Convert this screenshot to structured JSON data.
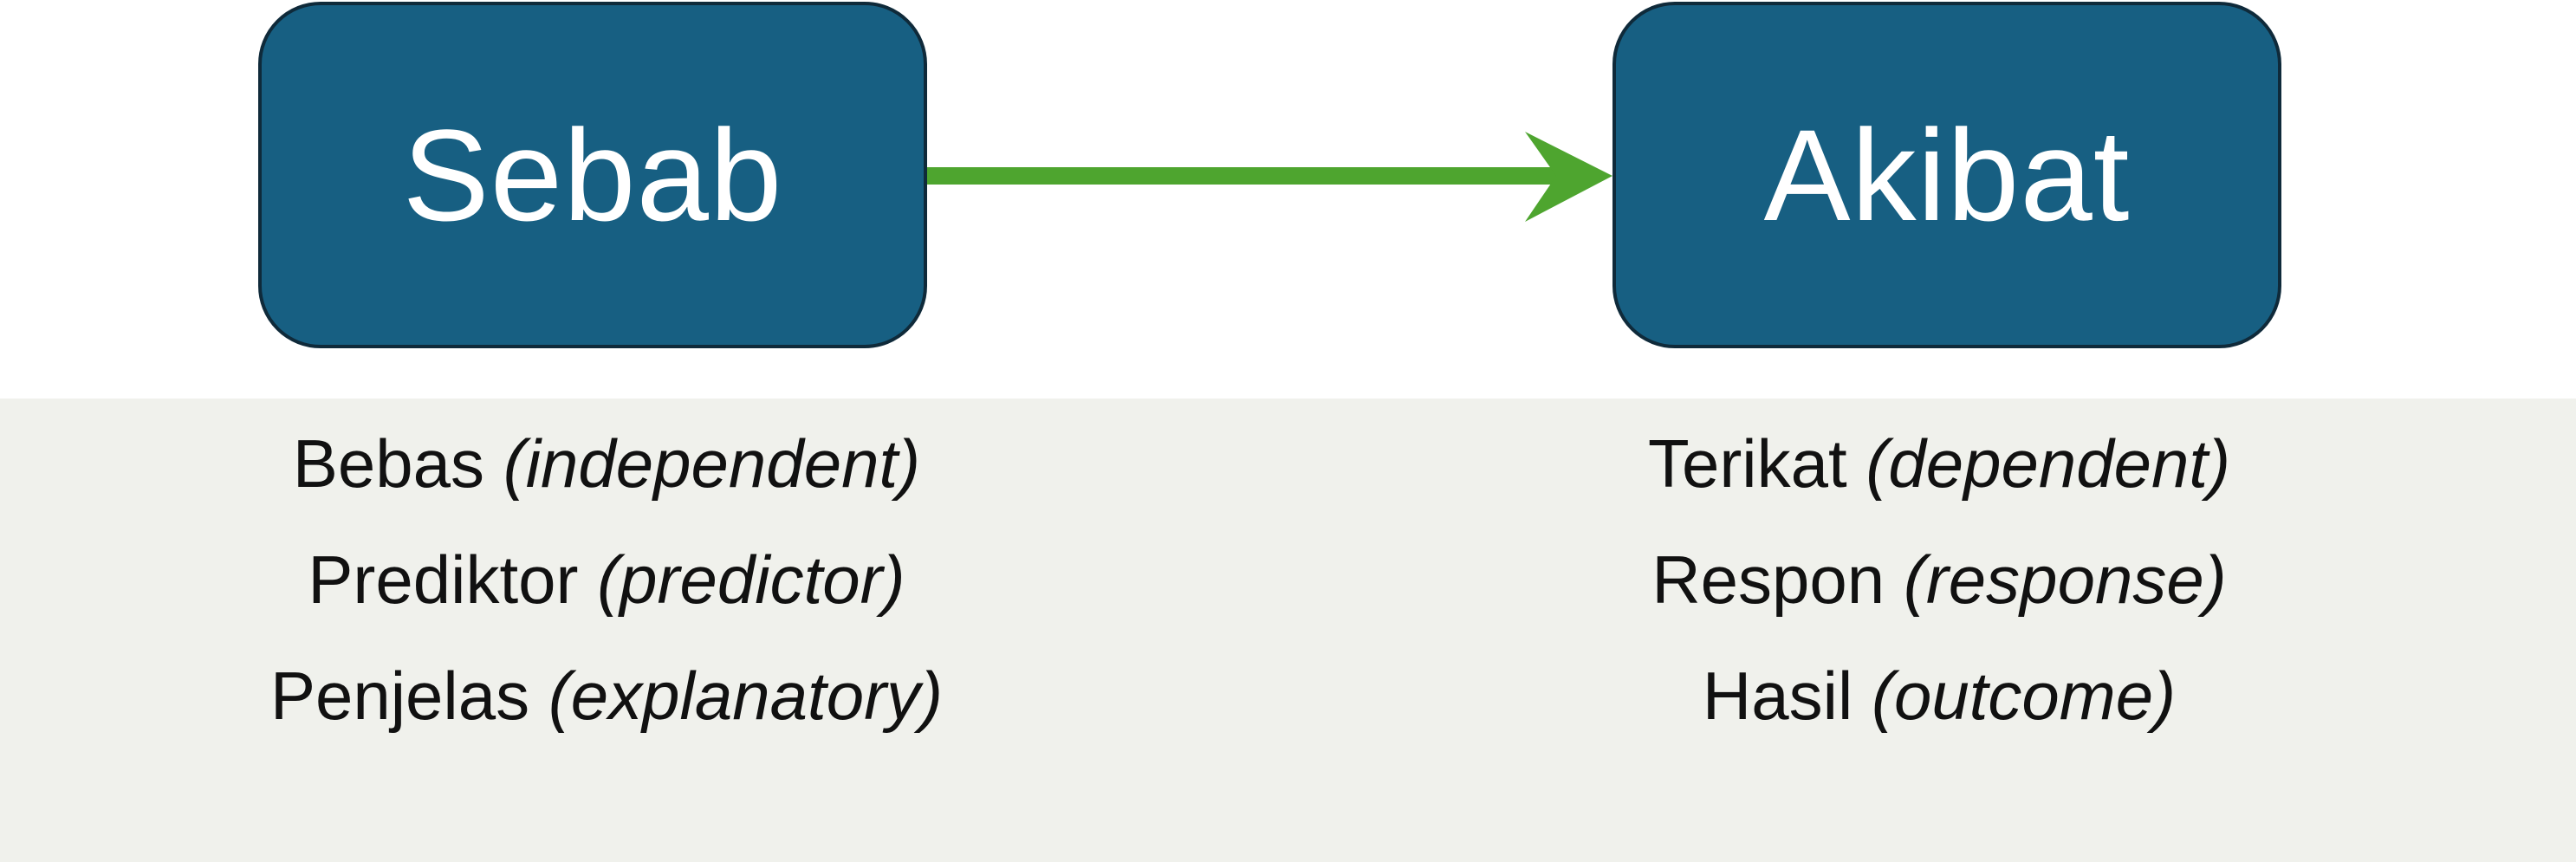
{
  "colors": {
    "box_fill": "#175f82",
    "box_border": "#0f2a3a",
    "arrow": "#4ea52f",
    "panel_bg": "#f0f1ec",
    "text": "#111111"
  },
  "cause": {
    "label": "Sebab",
    "terms": [
      {
        "word": "Bebas",
        "english": "independent"
      },
      {
        "word": "Prediktor",
        "english": "predictor"
      },
      {
        "word": "Penjelas",
        "english": "explanatory"
      }
    ]
  },
  "effect": {
    "label": "Akibat",
    "terms": [
      {
        "word": "Terikat",
        "english": "dependent"
      },
      {
        "word": "Respon",
        "english": "response"
      },
      {
        "word": "Hasil",
        "english": "outcome"
      }
    ]
  }
}
